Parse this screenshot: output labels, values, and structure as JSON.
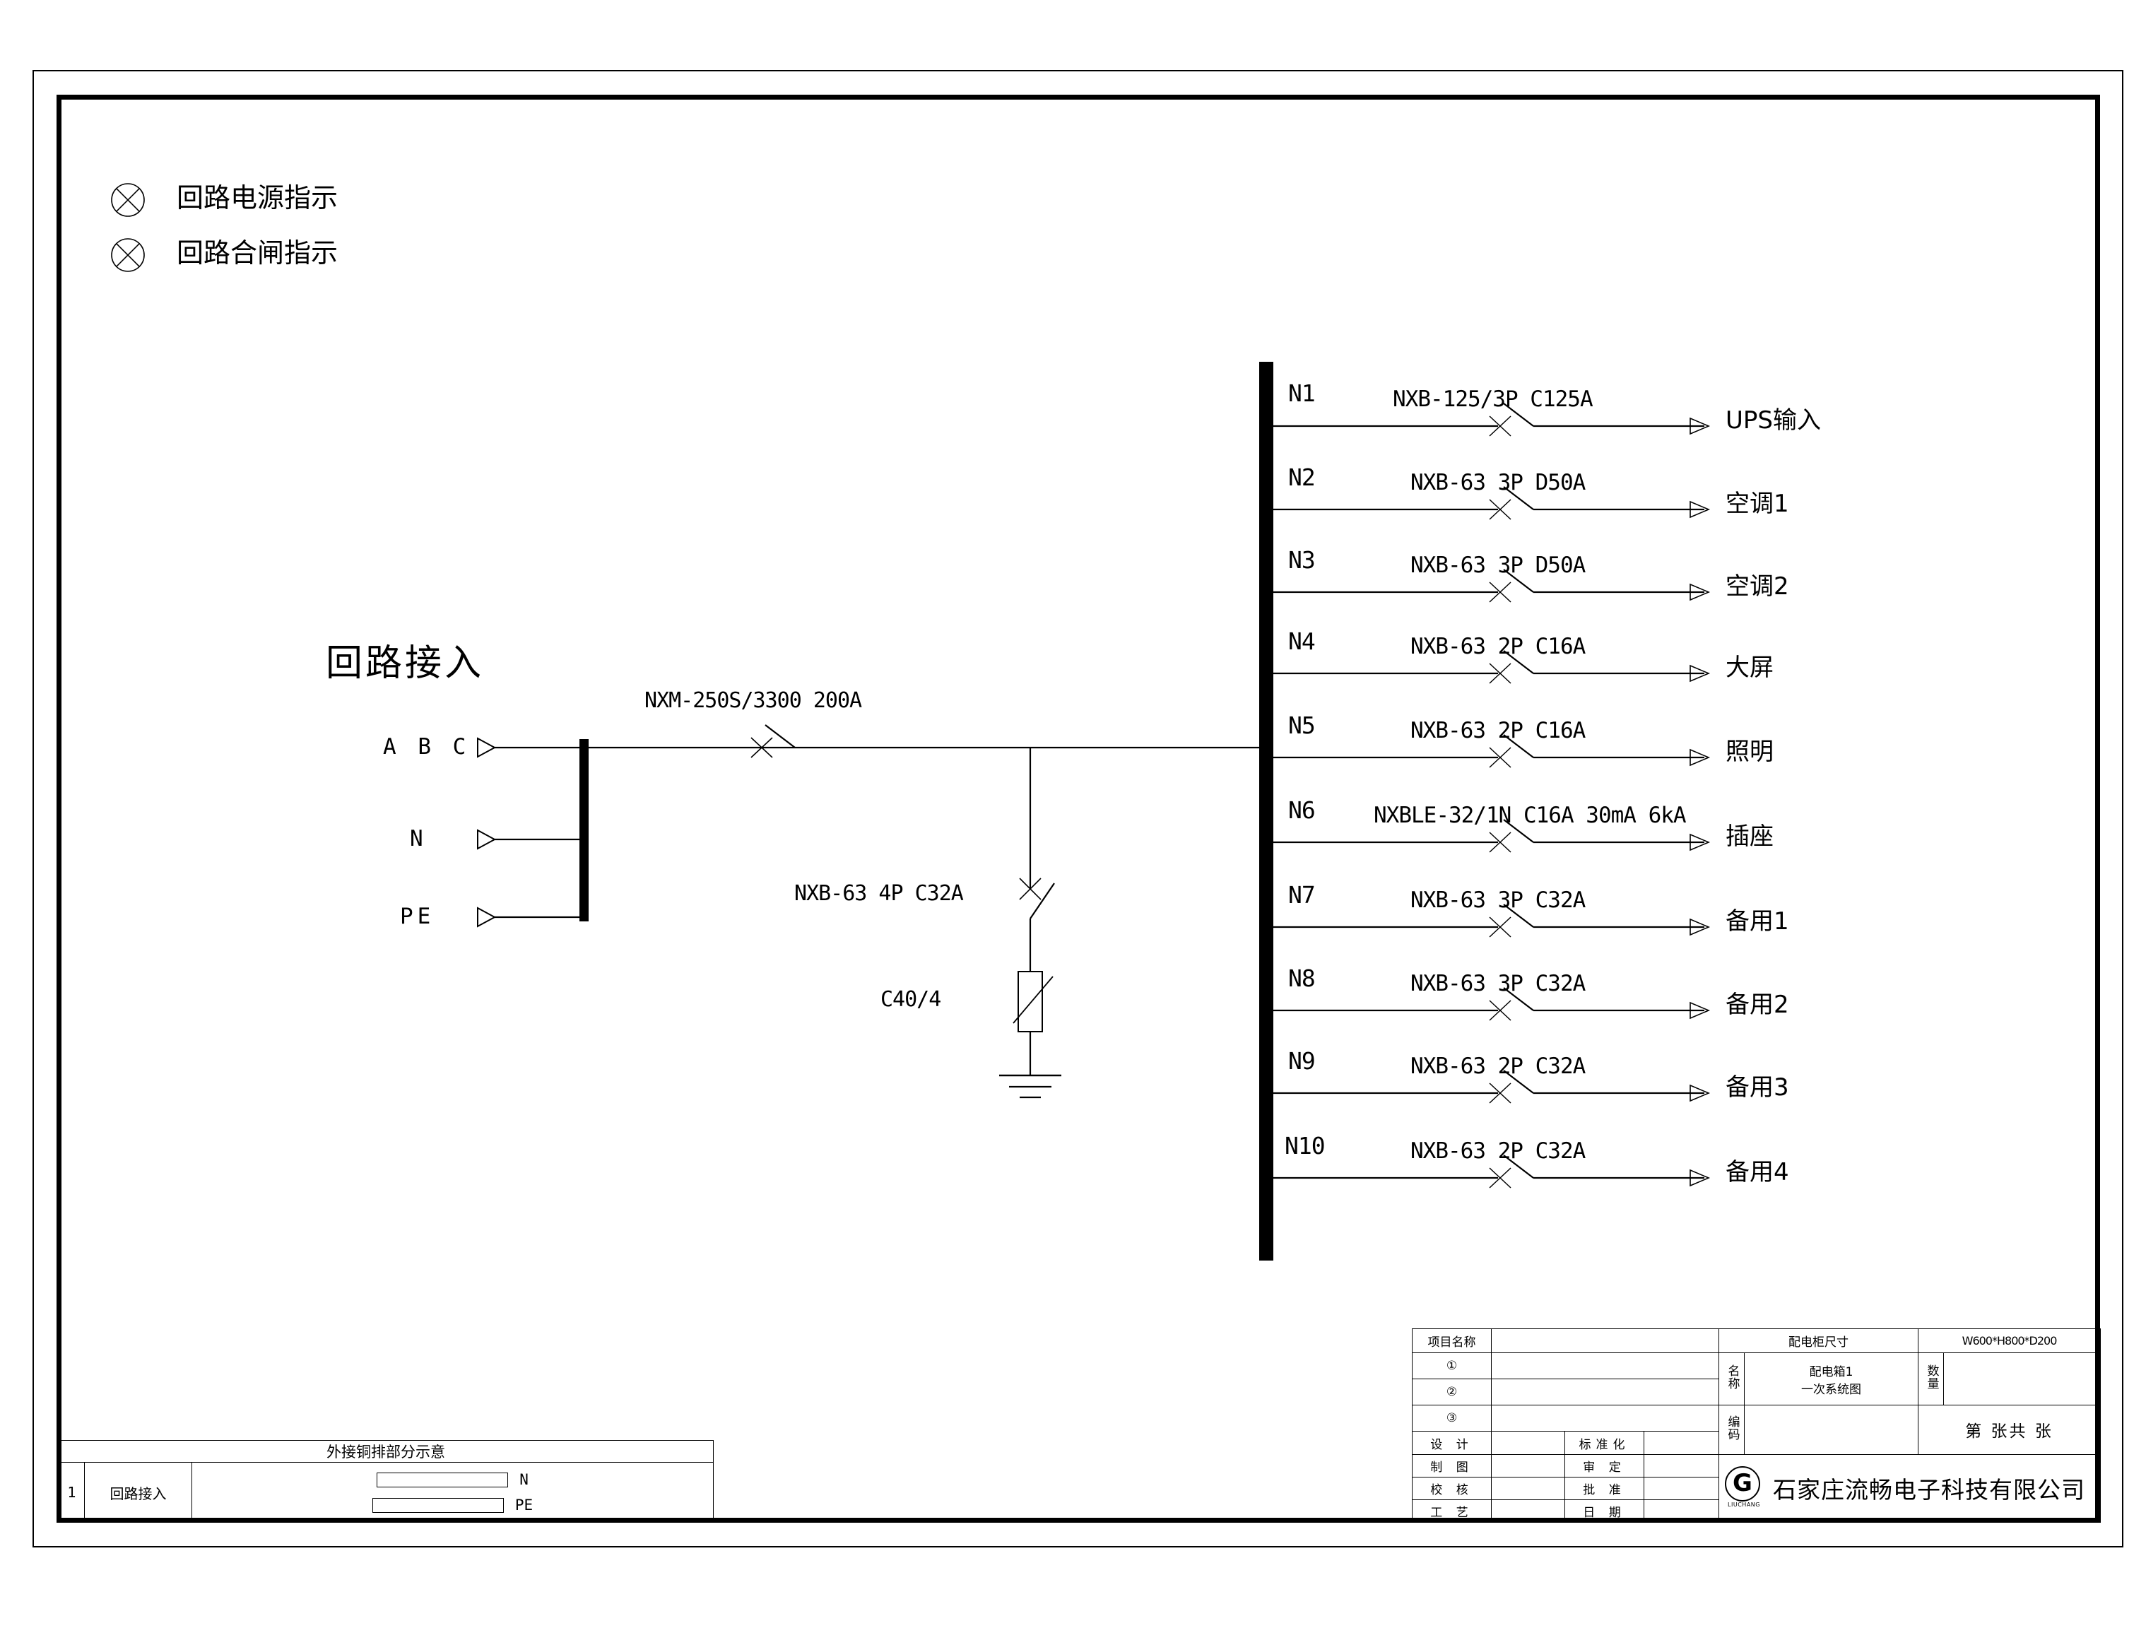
{
  "legend": [
    {
      "icon": "lamp-cross-circle-icon",
      "label": "回路电源指示"
    },
    {
      "icon": "lamp-cross-circle-icon",
      "label": "回路合闸指示"
    }
  ],
  "incoming": {
    "title": "回路接入",
    "terminals": [
      "A B C",
      "N",
      "PE"
    ],
    "main_breaker": "NXM-250S/3300  200A"
  },
  "spd": {
    "breaker": "NXB-63  4P  C32A",
    "device": "C40/4"
  },
  "circuits": [
    {
      "id": "N1",
      "spec": "NXB-125/3P  C125A",
      "load": "UPS输入"
    },
    {
      "id": "N2",
      "spec": "NXB-63  3P  D50A",
      "load": "空调1"
    },
    {
      "id": "N3",
      "spec": "NXB-63  3P  D50A",
      "load": "空调2"
    },
    {
      "id": "N4",
      "spec": "NXB-63  2P  C16A",
      "load": "大屏"
    },
    {
      "id": "N5",
      "spec": "NXB-63  2P  C16A",
      "load": "照明"
    },
    {
      "id": "N6",
      "spec": "NXBLE-32/1N  C16A  30mA  6kA",
      "load": "插座"
    },
    {
      "id": "N7",
      "spec": "NXB-63  3P  C32A",
      "load": "备用1"
    },
    {
      "id": "N8",
      "spec": "NXB-63  3P  C32A",
      "load": "备用2"
    },
    {
      "id": "N9",
      "spec": "NXB-63  2P  C32A",
      "load": "备用3"
    },
    {
      "id": "N10",
      "spec": "NXB-63  2P  C32A",
      "load": "备用4"
    }
  ],
  "copper_bar_table": {
    "header": "外接铜排部分示意",
    "row_no": "1",
    "row_name": "回路接入",
    "bars": [
      "N",
      "PE"
    ]
  },
  "title_block": {
    "project_label": "项目名称",
    "project_value": "",
    "items": [
      "①",
      "②",
      "③"
    ],
    "item_values": [
      "",
      "",
      ""
    ],
    "staff_left": [
      "设  计",
      "制  图",
      "校  核",
      "工  艺"
    ],
    "staff_left_values": [
      "",
      "",
      "",
      ""
    ],
    "staff_right": [
      "标准化",
      "审  定",
      "批  准",
      "日  期"
    ],
    "staff_right_values": [
      "",
      "",
      "",
      ""
    ],
    "cabinet_size_label": "配电柜尺寸",
    "cabinet_size_value": "W600*H800*D200",
    "name_label": "名称",
    "name_line1": "配电箱1",
    "name_line2": "一次系统图",
    "qty_label": "数量",
    "qty_value": "",
    "code_label": "编码",
    "code_value": "",
    "sheet_text": "第    张共    张",
    "company": "石家庄流畅电子科技有限公司",
    "logo_letter": "G",
    "logo_sub": "LIUCHANG"
  },
  "colors": {
    "ink": "#000000",
    "paper": "#ffffff"
  }
}
